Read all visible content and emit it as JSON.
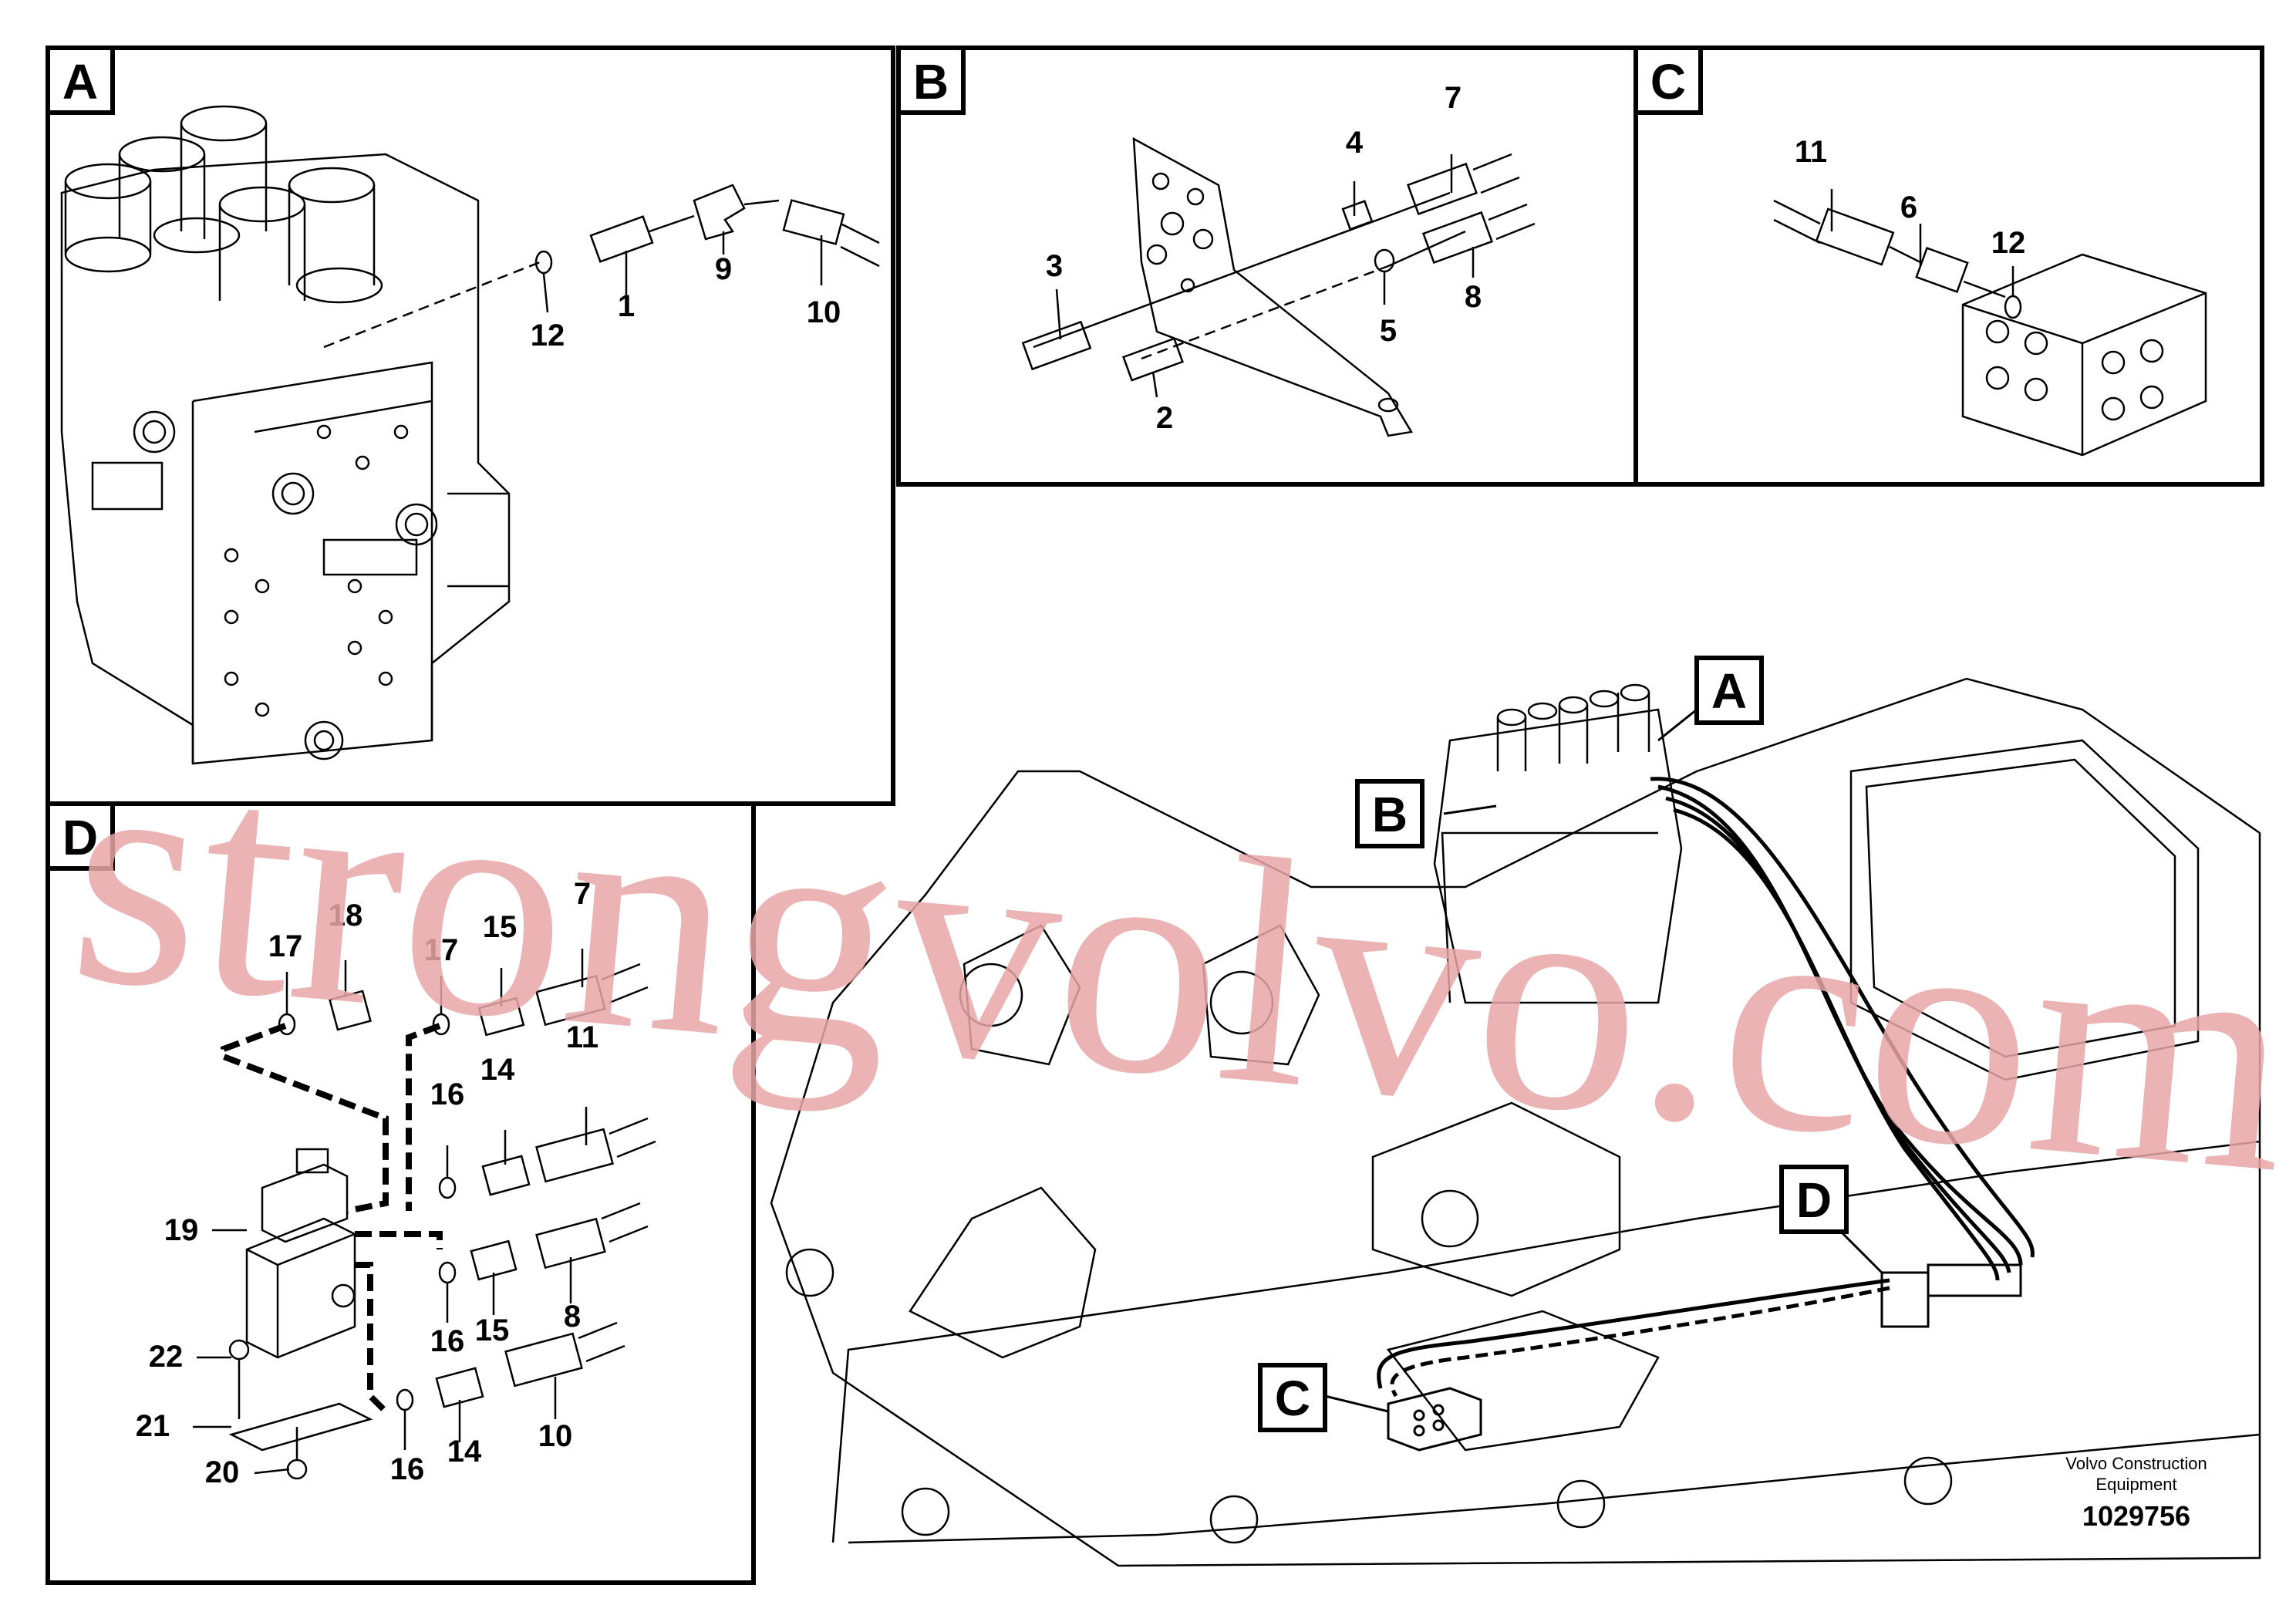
{
  "panels": {
    "A": {
      "tag": "A",
      "labels": [
        "12",
        "1",
        "9",
        "10"
      ]
    },
    "B": {
      "tag": "B",
      "labels": [
        "3",
        "4",
        "7",
        "5",
        "8",
        "2"
      ]
    },
    "C": {
      "tag": "C",
      "labels": [
        "11",
        "6",
        "12"
      ]
    },
    "D": {
      "tag": "D",
      "labels": [
        "17",
        "18",
        "17",
        "15",
        "7",
        "11",
        "14",
        "16",
        "19",
        "16",
        "15",
        "8",
        "22",
        "21",
        "20",
        "16",
        "14",
        "10"
      ]
    }
  },
  "main": {
    "callouts": [
      "A",
      "B",
      "C",
      "D"
    ]
  },
  "footer": {
    "brand_line1": "Volvo Construction",
    "brand_line2": "Equipment",
    "drawing_number": "1029756"
  },
  "watermark": "strongvolvo.com"
}
